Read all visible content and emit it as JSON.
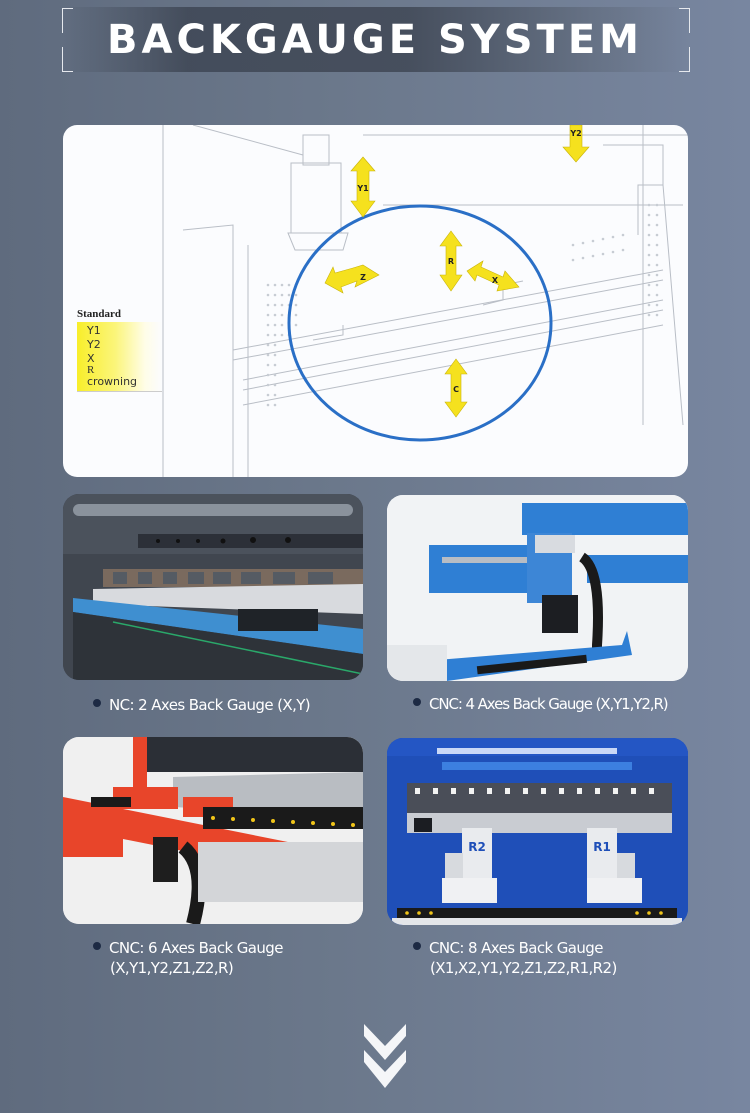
{
  "header": {
    "title": "BACKGAUGE SYSTEM"
  },
  "diagram": {
    "legend": {
      "title": "Standard",
      "items": [
        "Y1",
        "Y2",
        "X",
        "R",
        "crowning"
      ]
    },
    "axis_labels": {
      "y1": "Y1",
      "y2": "Y2",
      "z": "Z",
      "r": "R",
      "x": "X",
      "c": "C"
    },
    "colors": {
      "arrow": "#f5e11e",
      "circle": "#2a6fc6"
    }
  },
  "gallery": [
    {
      "caption": "NC: 2 Axes Back Gauge (X,Y)",
      "caption_line2": ""
    },
    {
      "caption": "CNC: 4 Axes Back Gauge (X,Y1,Y2,R)",
      "caption_line2": ""
    },
    {
      "caption": "CNC: 6 Axes Back Gauge",
      "caption_line2": "(X,Y1,Y2,Z1,Z2,R)"
    },
    {
      "caption": "CNC: 8 Axes Back Gauge",
      "caption_line2": "(X1,X2,Y1,Y2,Z1,Z2,R1,R2)"
    }
  ],
  "photo_labels": {
    "r2": "R2",
    "r1": "R1"
  },
  "footer": {
    "icon": "double-chevron-down-icon"
  }
}
